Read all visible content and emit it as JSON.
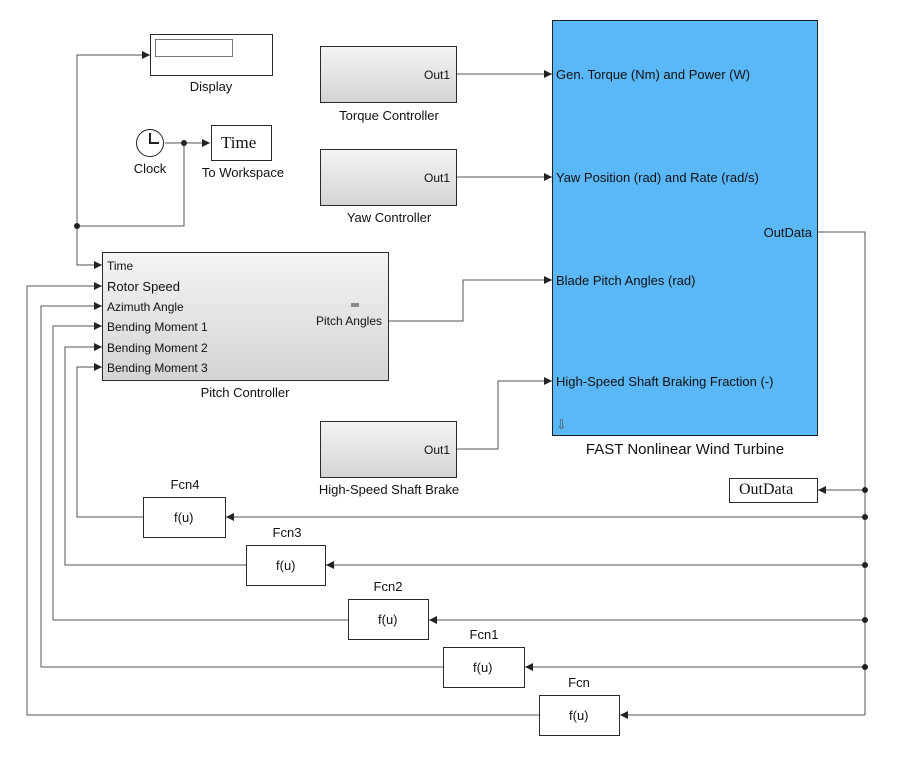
{
  "blocks": {
    "display": {
      "name": "Display"
    },
    "clock": {
      "name": "Clock"
    },
    "to_workspace": {
      "name": "To Workspace",
      "var": "Time"
    },
    "torque_controller": {
      "name": "Torque Controller",
      "port": "Out1"
    },
    "yaw_controller": {
      "name": "Yaw Controller",
      "port": "Out1"
    },
    "hss_brake": {
      "name": "High-Speed Shaft Brake",
      "port": "Out1"
    },
    "pitch_controller": {
      "name": "Pitch Controller",
      "inputs": [
        "Time",
        "Rotor Speed",
        "Azimuth Angle",
        "Bending Moment 1",
        "Bending Moment 2",
        "Bending Moment 3"
      ],
      "output": "Pitch Angles"
    },
    "fast": {
      "name": "FAST Nonlinear Wind Turbine",
      "inputs": [
        "Gen. Torque (Nm) and Power (W)",
        "Yaw Position (rad) and Rate (rad/s)",
        "Blade Pitch Angles (rad)",
        "High-Speed Shaft Braking Fraction (-)"
      ],
      "output": "OutData"
    },
    "outdata_ws": {
      "var": "OutData"
    },
    "fcn4": {
      "name": "Fcn4",
      "expr": "f(u)"
    },
    "fcn3": {
      "name": "Fcn3",
      "expr": "f(u)"
    },
    "fcn2": {
      "name": "Fcn2",
      "expr": "f(u)"
    },
    "fcn1": {
      "name": "Fcn1",
      "expr": "f(u)"
    },
    "fcn": {
      "name": "Fcn",
      "expr": "f(u)"
    }
  },
  "colors": {
    "fast_block": "#5ab8f8",
    "wire": "#555555"
  }
}
